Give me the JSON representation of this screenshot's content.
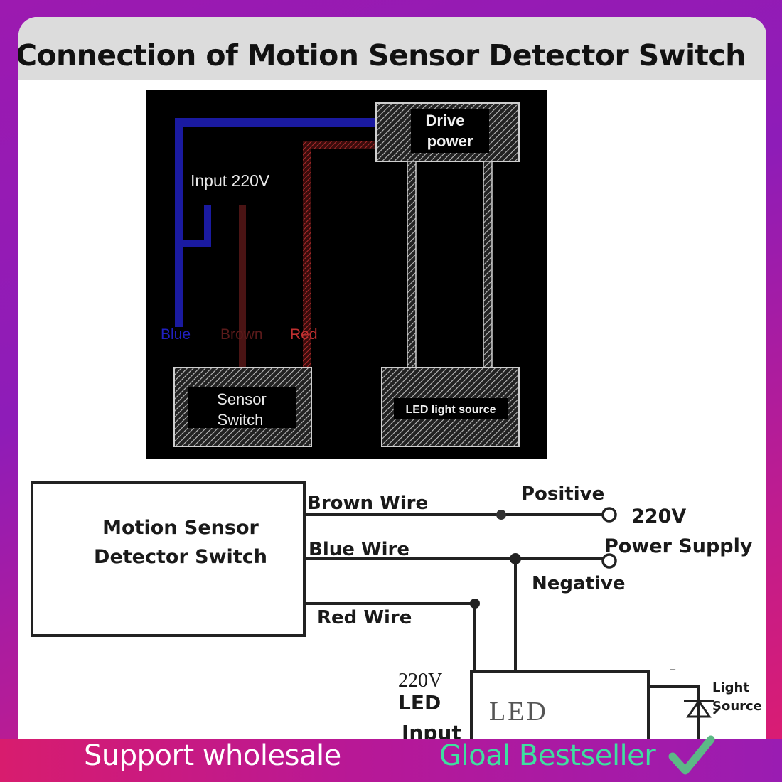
{
  "header": {
    "title": "Connection of Motion Sensor Detector Switch"
  },
  "top_diagram": {
    "drive_power_line1": "Drive",
    "drive_power_line2": "power",
    "input_label": "Input 220V",
    "wire_labels": {
      "blue": "Blue",
      "brown": "Brown",
      "red": "Red"
    },
    "sensor_switch_line1": "Sensor",
    "sensor_switch_line2": "Switch",
    "led_light_source": "LED light source",
    "colors": {
      "background": "#000000",
      "blue_wire": "#1a1aa8",
      "brown_wire": "#5a1818",
      "red_wire": "#a02828",
      "hatch": "#c8c8c8"
    }
  },
  "bottom_diagram": {
    "sensor_box_line1": "Motion Sensor",
    "sensor_box_line2": "Detector Switch",
    "brown_wire": "Brown Wire",
    "blue_wire": "Blue Wire",
    "red_wire": "Red Wire",
    "positive": "Positive",
    "voltage": "220V",
    "power_supply": "Power Supply",
    "negative": "Negative",
    "led_input_voltage": "220V",
    "led_input_line2": "LED",
    "led_input_line3": "Input",
    "led_box_label": "LED",
    "minus_sign": "–",
    "light_source_line1": "Light",
    "light_source_line2": "Source"
  },
  "footer": {
    "support_text": "Support wholesale",
    "bestseller_text": "Gloal Bestseller",
    "check_icon": "check-icon",
    "colors": {
      "support": "#ffffff",
      "bestseller": "#3ee0a0",
      "check": "#5cb886"
    }
  }
}
